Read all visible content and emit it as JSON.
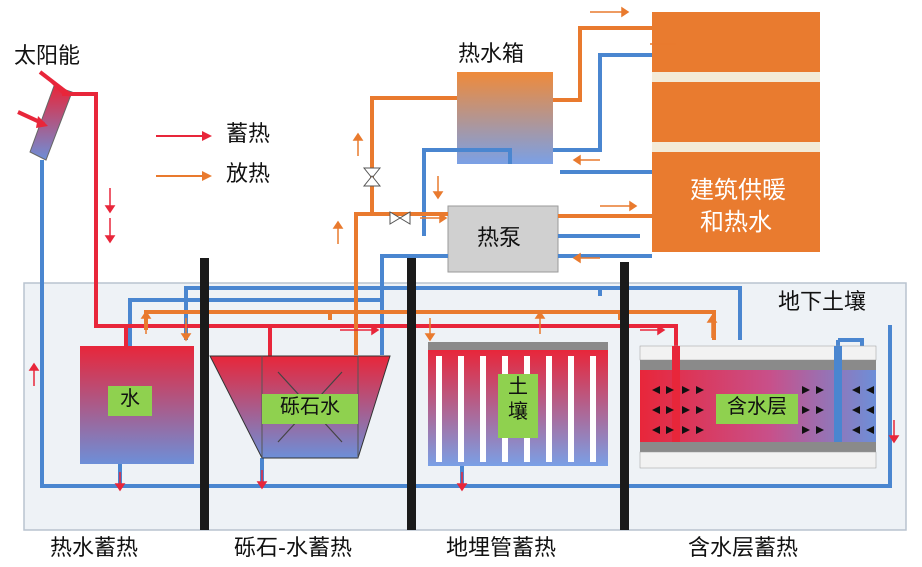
{
  "labels": {
    "solar": "太阳能",
    "hot_water_tank": "热水箱",
    "heat_pump": "热泵",
    "building_line1": "建筑供暖",
    "building_line2": "和热水",
    "underground_soil": "地下土壤",
    "water": "水",
    "gravel_water": "砾石水",
    "soil_line1": "土",
    "soil_line2": "壤",
    "aquifer": "含水层"
  },
  "legend": {
    "charge": "蓄热",
    "discharge": "放热"
  },
  "categories": {
    "hot_water_storage": "热水蓄热",
    "gravel_water_storage": "砾石-水蓄热",
    "borehole_storage": "地埋管蓄热",
    "aquifer_storage": "含水层蓄热"
  },
  "colors": {
    "charge_red": "#e8263a",
    "discharge_orange": "#e97a2e",
    "return_blue": "#4a86d0",
    "building_orange": "#e97b2f",
    "heat_pump_gray": "#d0d0d0",
    "label_green": "#8fd14f",
    "ground_bg": "#eef2f6"
  }
}
